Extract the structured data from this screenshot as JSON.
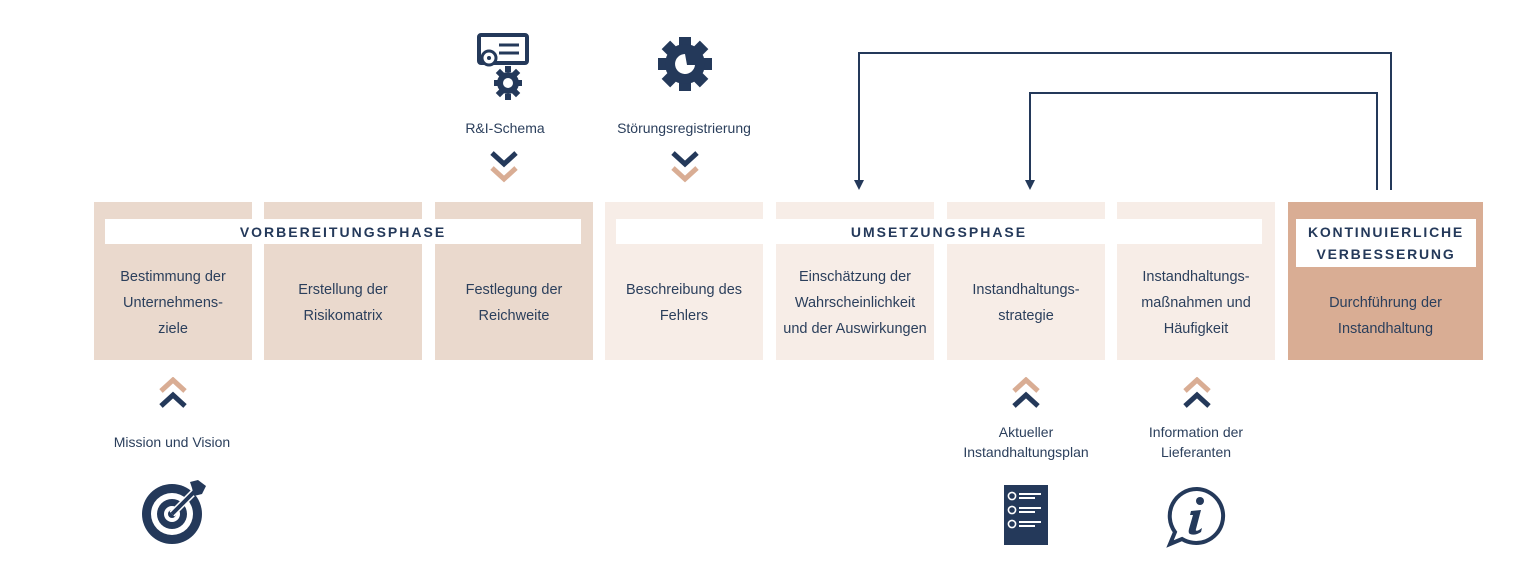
{
  "colors": {
    "navy": "#24395a",
    "box_dark": "#ead9cd",
    "box_light": "#f7ede7",
    "box_final": "#d9ad94",
    "chevron_accent": "#d9ad94"
  },
  "phases": {
    "preparation": "VORBEREITUNGSPHASE",
    "implementation": "UMSETZUNGSPHASE",
    "final_line1": "KONTINUIERLICHE",
    "final_line2": "VERBESSERUNG"
  },
  "steps": [
    "Bestimmung der Unternehmens-ziele",
    "Erstellung der Risikomatrix",
    "Festlegung der Reichweite",
    "Beschreibung des Fehlers",
    "Einschätzung der Wahrscheinlichkeit und der Auswirkungen",
    "Instandhaltungs-strategie",
    "Instandhaltungs-maßnahmen und Häufigkeit",
    "Durchführung der Instandhaltung"
  ],
  "inputs_top": {
    "ri_schema": "R&I-Schema",
    "stoerungen": "Störungsregistrierung"
  },
  "inputs_bottom": {
    "mission": "Mission und Vision",
    "plan_line1": "Aktueller",
    "plan_line2": "Instandhaltungsplan",
    "info_line1": "Information der",
    "info_line2": "Lieferanten"
  },
  "icons": {
    "ri_schema": "schema-gears-icon",
    "stoerungen": "gear-icon",
    "mission": "target-icon",
    "plan": "checklist-icon",
    "info": "info-bubble-icon"
  }
}
